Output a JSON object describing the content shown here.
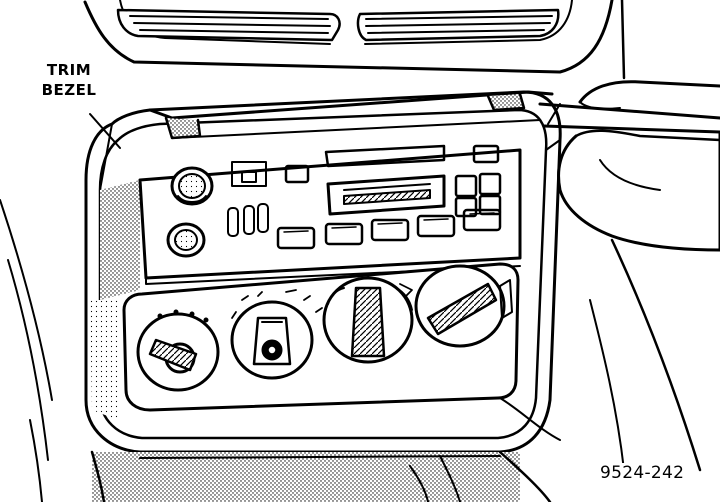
{
  "callout": {
    "line1": "TRIM",
    "line2": "BEZEL"
  },
  "figure_number": "9524-242"
}
